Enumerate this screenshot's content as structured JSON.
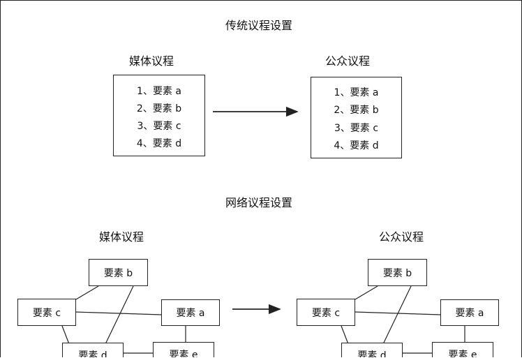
{
  "traditional": {
    "heading": "传统议程设置",
    "media_label": "媒体议程",
    "public_label": "公众议程",
    "media_items": [
      "1、要素 a",
      "2、要素 b",
      "3、要素 c",
      "4、要素 d"
    ],
    "public_items": [
      "1、要素 a",
      "2、要素 b",
      "3、要素 c",
      "4、要素 d"
    ]
  },
  "network": {
    "heading": "网络议程设置",
    "media_label": "媒体议程",
    "public_label": "公众议程",
    "media_nodes": {
      "b": "要素 b",
      "c": "要素 c",
      "a": "要素 a",
      "d": "要素 d",
      "e": "要素 e"
    },
    "public_nodes": {
      "b": "要素 b",
      "c": "要素 c",
      "a": "要素 a",
      "d": "要素 d",
      "e": "要素 e"
    }
  },
  "colors": {
    "line": "#222222",
    "background": "#ffffff"
  }
}
